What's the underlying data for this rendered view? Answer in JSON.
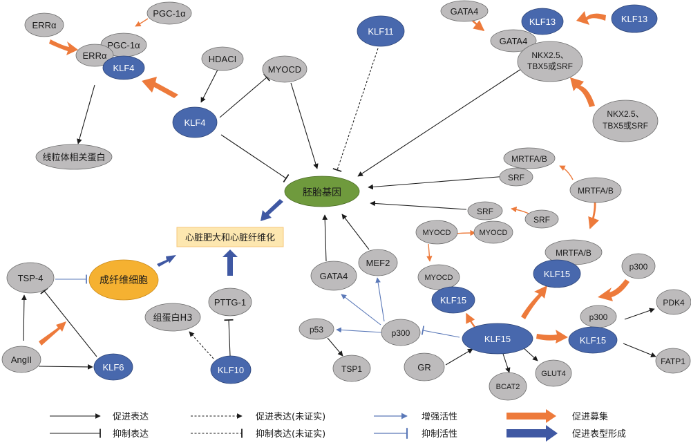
{
  "colors": {
    "gray_node": "#bdbbbc",
    "blue_node": "#4868ad",
    "green_node": "#6f9a3d",
    "orange_node": "#f5b131",
    "orange_arrow": "#ed7a3b",
    "blue_line": "#5a78b8",
    "box_fill": "#fde7b0",
    "box_stroke": "#f6c77a"
  },
  "nodes": {
    "errA_top": "ERRα",
    "pgc_top": "PGC-1α",
    "pgc_mid": "PGC-1α",
    "errA_mid": "ERRα",
    "klf4_top": "KLF4",
    "hdaci": "HDACI",
    "myocd_top": "MYOCD",
    "klf4": "KLF4",
    "klf11": "KLF11",
    "mito": "线粒体相关蛋白",
    "gata4_tl": "GATA4",
    "klf13_in": "KLF13",
    "klf13_src": "KLF13",
    "gata4_in": "GATA4",
    "nkx_in": "NKX2.5、TBX5或SRF",
    "nkx_src": "NKX2.5、TBX5或SRF",
    "fetal": "胚胎基因",
    "heart": "心脏肥大和心脏纤维化",
    "mrtf_in": "MRTFA/B",
    "srf_in": "SRF",
    "mrtf_src": "MRTFA/B",
    "srf_mid": "SRF",
    "srf_src": "SRF",
    "myocd_src": "MYOCD",
    "myocd_mid": "MYOCD",
    "myocd_low": "MYOCD",
    "klf15_low": "KLF15",
    "mrtf_low": "MRTFA/B",
    "klf15_mrtf": "KLF15",
    "p300_src": "p300",
    "p300_in": "p300",
    "klf15_p300": "KLF15",
    "pdk4": "PDK4",
    "fatp1": "FATP1",
    "klf15_main": "KLF15",
    "gr": "GR",
    "bcat2": "BCAT2",
    "glut4": "GLUT4",
    "p300": "p300",
    "p53": "p53",
    "tsp1": "TSP1",
    "gata4_low": "GATA4",
    "mef2": "MEF2",
    "tsp4": "TSP-4",
    "fibro": "成纤维细胞",
    "angii": "AngII",
    "klf6": "KLF6",
    "pttg": "PTTG-1",
    "histone": "组蛋白H3",
    "klf10": "KLF10"
  },
  "legend": {
    "promote": "促进表达",
    "promote_unconfirmed": "促进表达(未证实)",
    "enhance": "增强活性",
    "recruit": "促进募集",
    "inhibit": "抑制表达",
    "inhibit_unconfirmed": "抑制表达(未证实)",
    "inhibit_activity": "抑制活性",
    "phenotype": "促进表型形成"
  }
}
